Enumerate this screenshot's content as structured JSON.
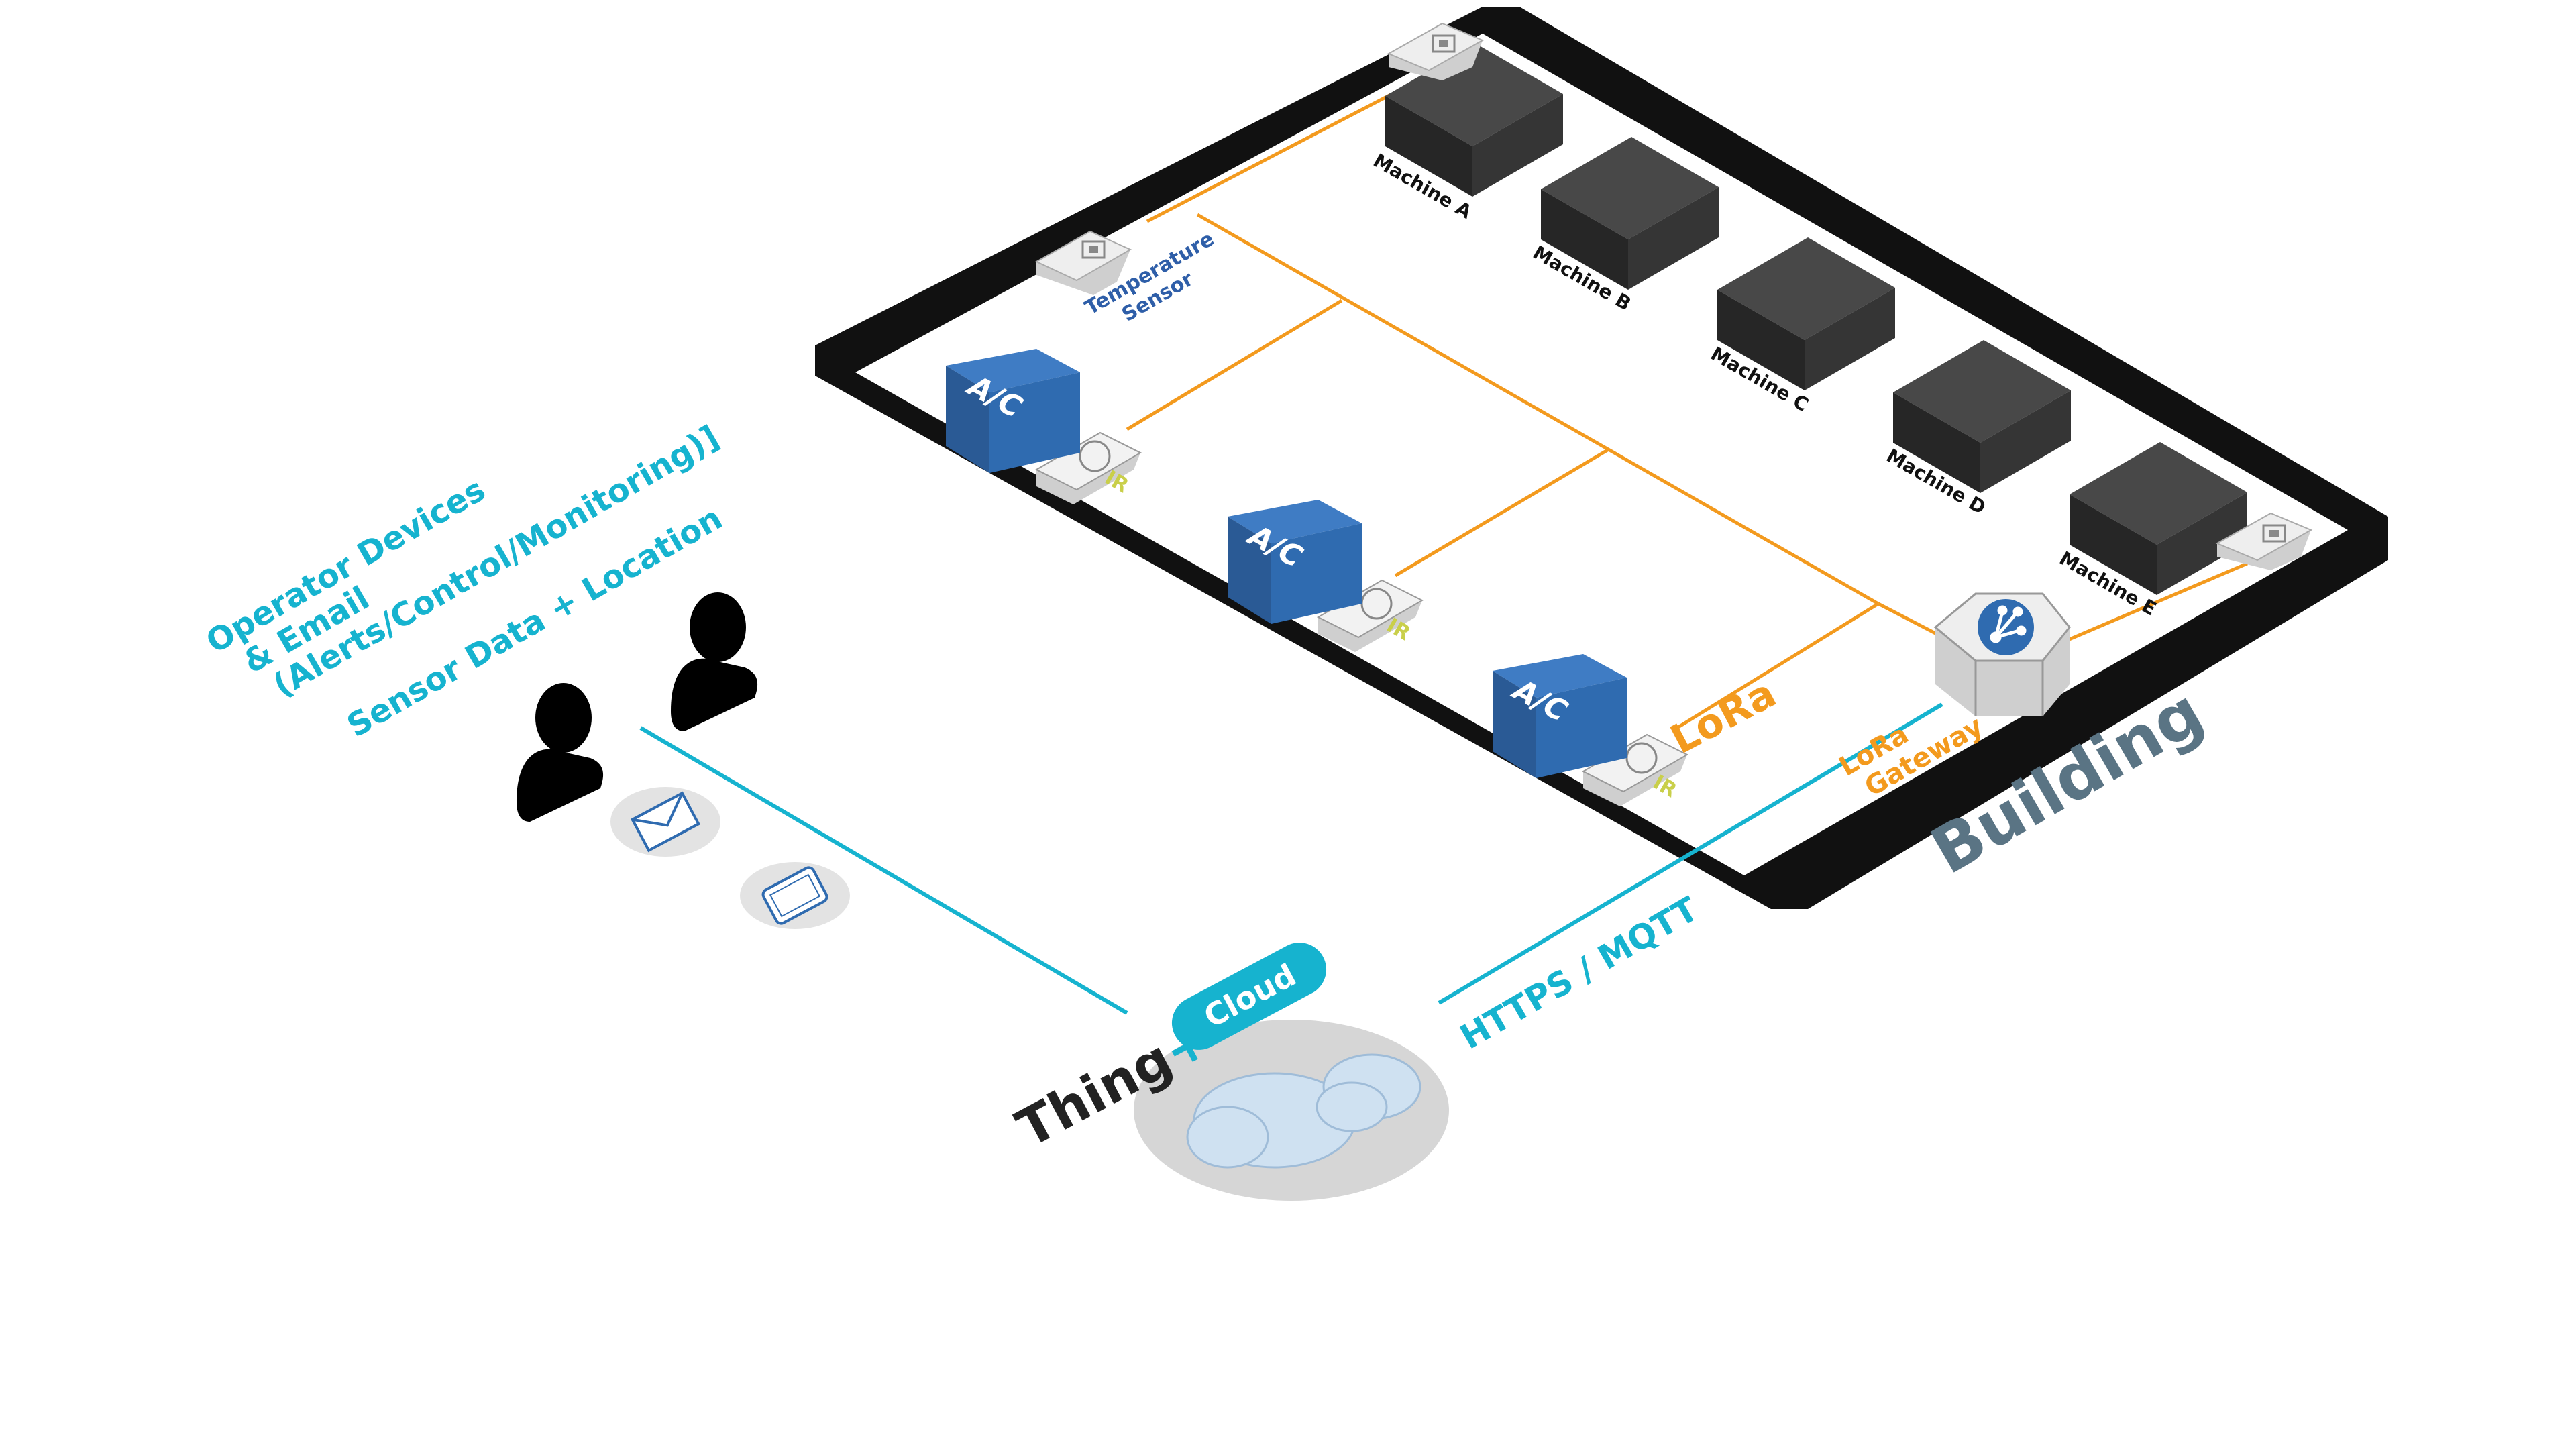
{
  "building": {
    "label": "Building"
  },
  "machines": [
    {
      "label": "Machine A"
    },
    {
      "label": "Machine B"
    },
    {
      "label": "Machine C"
    },
    {
      "label": "Machine D"
    },
    {
      "label": "Machine E"
    }
  ],
  "temperature_sensor": {
    "line1": "Temperature",
    "line2": "Sensor"
  },
  "ac_units": [
    {
      "label": "A/C",
      "ir": "IR"
    },
    {
      "label": "A/C",
      "ir": "IR"
    },
    {
      "label": "A/C",
      "ir": "IR"
    }
  ],
  "network": {
    "lora": "LoRa"
  },
  "gateway": {
    "line1": "LoRa",
    "line2": "Gateway"
  },
  "protocol": {
    "label": "HTTPS / MQTT"
  },
  "operator": {
    "line1": "Operator Devices",
    "line2": "& Email",
    "line3": "(Alerts/Control/Monitoring)]",
    "line4": "Sensor Data + Location"
  },
  "brand": {
    "name": "Thing",
    "plus": "+",
    "badge": "Cloud"
  },
  "colors": {
    "lora_link": "#f39a1e",
    "cloud_link": "#16b3cf",
    "ac_unit": "#2f6bb0",
    "machine": "#2d2d2d",
    "building_wall": "#111111"
  }
}
